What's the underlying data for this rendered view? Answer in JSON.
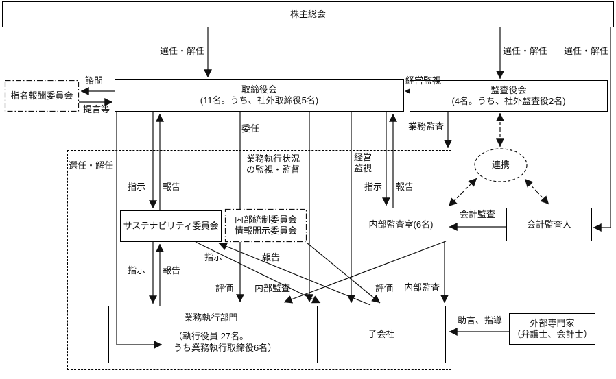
{
  "nodes": {
    "shareholders": {
      "label": "株主総会"
    },
    "board": {
      "label": "取締役会",
      "sub": "(11名。うち、社外取締役5名)"
    },
    "nomination_committee": {
      "label": "指名報酬委員会"
    },
    "audit_board": {
      "label": "監査役会",
      "sub": "(4名。うち、社外監査役2名)"
    },
    "sustainability_committee": {
      "label": "サステナビリティ委員会"
    },
    "internal_control_committee": {
      "line1": "内部統制委員会",
      "line2": "情報開示委員会"
    },
    "internal_audit_office": {
      "label": "内部監査室(6名)"
    },
    "accounting_auditor": {
      "label": "会計監査人"
    },
    "exec_dept": {
      "label": "業務執行部門",
      "sub1": "（執行役員 27名。",
      "sub2": "うち業務執行取締役6名）"
    },
    "subsidiary": {
      "label": "子会社"
    },
    "external_experts": {
      "label": "外部専門家",
      "sub": "（弁護士、会計士）"
    },
    "cooperation": {
      "label": "連携"
    }
  },
  "edges": [
    {
      "from": "株主総会",
      "to": "取締役会",
      "label": "選任・解任",
      "style": "solid",
      "dir": "forward"
    },
    {
      "from": "株主総会",
      "to": "監査役会",
      "label": "選任・解任",
      "style": "solid",
      "dir": "forward"
    },
    {
      "from": "株主総会",
      "to": "会計監査人",
      "label": "選任・解任",
      "style": "solid",
      "dir": "forward"
    },
    {
      "from": "監査役会",
      "to": "取締役会",
      "label": "経営監視",
      "style": "solid",
      "dir": "forward"
    },
    {
      "from": "取締役会",
      "to": "指名報酬委員会",
      "label": "諮問",
      "style": "solid",
      "dir": "forward"
    },
    {
      "from": "指名報酬委員会",
      "to": "取締役会",
      "label": "提言等",
      "style": "solid",
      "dir": "forward"
    },
    {
      "from": "取締役会",
      "to": "業務執行部門（執行役員）",
      "label": "選任・解任",
      "style": "solid",
      "dir": "forward"
    },
    {
      "from": "取締役会",
      "to": "サステナビリティ委員会",
      "label": "指示",
      "style": "solid",
      "dir": "forward"
    },
    {
      "from": "サステナビリティ委員会",
      "to": "取締役会",
      "label": "報告",
      "style": "solid",
      "dir": "forward"
    },
    {
      "from": "取締役会",
      "to": "業務執行部門",
      "label": "委任",
      "style": "solid",
      "dir": "forward"
    },
    {
      "from": "取締役会",
      "to": "業務執行部門",
      "label": "業務執行状況\nの監視・監督",
      "style": "solid",
      "dir": "forward"
    },
    {
      "from": "取締役会",
      "to": "子会社",
      "label": "経営\n監視",
      "style": "solid",
      "dir": "forward"
    },
    {
      "from": "取締役会",
      "to": "内部監査室",
      "label": "指示",
      "style": "solid",
      "dir": "forward"
    },
    {
      "from": "内部監査室",
      "to": "取締役会",
      "label": "報告",
      "style": "solid",
      "dir": "forward"
    },
    {
      "from": "監査役会",
      "to": "業務執行部門・子会社",
      "label": "業務監査",
      "style": "solid",
      "dir": "forward"
    },
    {
      "from": "監査役会",
      "to": "連携",
      "label": "",
      "style": "dashed",
      "dir": "both"
    },
    {
      "from": "連携",
      "to": "内部監査室",
      "label": "",
      "style": "dashed",
      "dir": "both"
    },
    {
      "from": "連携",
      "to": "会計監査人",
      "label": "",
      "style": "dashed",
      "dir": "both"
    },
    {
      "from": "会計監査人",
      "to": "内部監査室",
      "label": "会計監査",
      "style": "solid",
      "dir": "forward"
    },
    {
      "from": "サステナビリティ委員会",
      "to": "業務執行部門",
      "label": "指示",
      "style": "solid",
      "dir": "forward"
    },
    {
      "from": "業務執行部門",
      "to": "サステナビリティ委員会",
      "label": "報告",
      "style": "solid",
      "dir": "forward"
    },
    {
      "from": "サステナビリティ委員会",
      "to": "子会社",
      "label": "指示",
      "style": "solid",
      "dir": "forward"
    },
    {
      "from": "子会社",
      "to": "サステナビリティ委員会",
      "label": "報告",
      "style": "solid",
      "dir": "forward"
    },
    {
      "from": "内部統制委員会・情報開示委員会",
      "to": "業務執行部門",
      "label": "評価",
      "style": "solid",
      "dir": "forward"
    },
    {
      "from": "内部監査室",
      "to": "業務執行部門",
      "label": "内部監査",
      "style": "solid",
      "dir": "forward"
    },
    {
      "from": "内部統制委員会・情報開示委員会",
      "to": "子会社",
      "label": "評価",
      "style": "solid",
      "dir": "forward"
    },
    {
      "from": "内部監査室",
      "to": "子会社",
      "label": "内部監査",
      "style": "solid",
      "dir": "forward"
    },
    {
      "from": "外部専門家",
      "to": "子会社",
      "label": "助言、指導",
      "style": "solid",
      "dir": "forward"
    }
  ]
}
